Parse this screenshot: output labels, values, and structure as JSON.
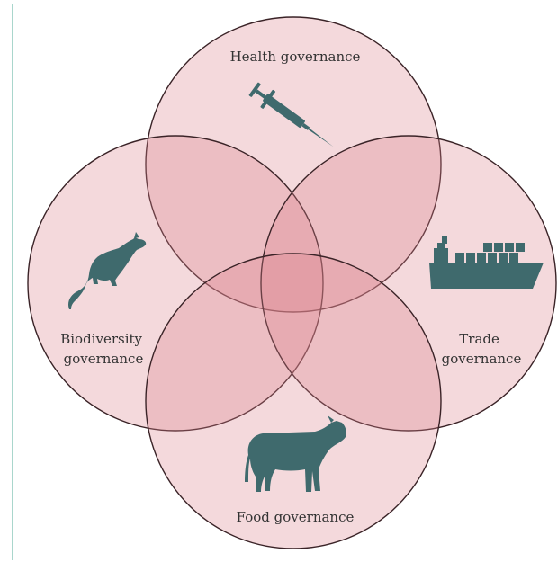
{
  "diagram": {
    "type": "venn",
    "sets": [
      {
        "id": "health",
        "label_lines": [
          "Health governance"
        ],
        "icon": "syringe-icon"
      },
      {
        "id": "biodiversity",
        "label_lines": [
          "Biodiversity",
          "governance"
        ],
        "icon": "ferret-icon"
      },
      {
        "id": "trade",
        "label_lines": [
          "Trade",
          "governance"
        ],
        "icon": "cargo-ship-icon"
      },
      {
        "id": "food",
        "label_lines": [
          "Food governance"
        ],
        "icon": "cow-icon"
      }
    ],
    "colors": {
      "circle_fill": "#d9828a",
      "circle_stroke": "#3a2327",
      "icon": "#3f6a6d",
      "frame": "#a9d6cc"
    }
  }
}
